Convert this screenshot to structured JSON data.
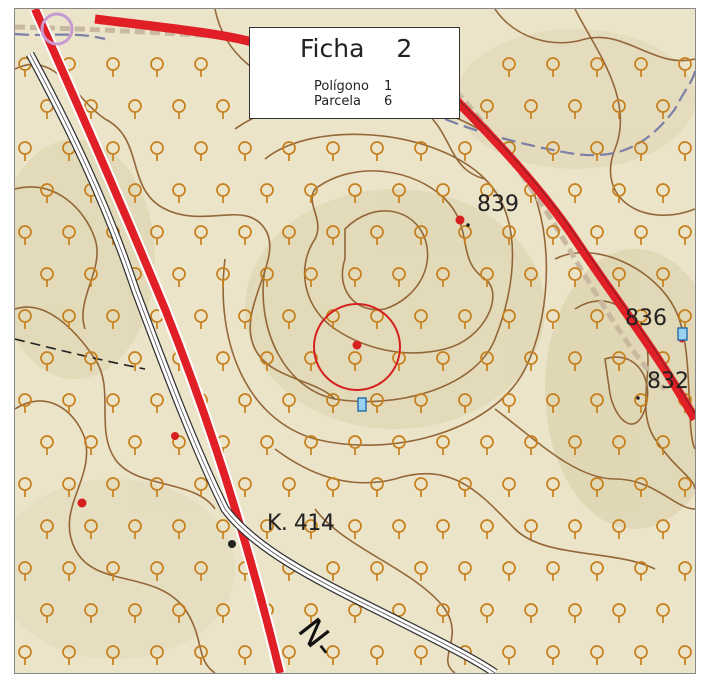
{
  "info_box": {
    "title_label": "Ficha",
    "title_value": "2",
    "rows": [
      {
        "label": "Polígono",
        "value": "1"
      },
      {
        "label": "Parcela",
        "value": "6"
      }
    ]
  },
  "elevations": [
    "839",
    "836",
    "832"
  ],
  "km_marker": "K. 414",
  "road_label": "N-",
  "colors": {
    "terrain": "#e9e2c4",
    "contour": "#8b5a2b",
    "tree": "#c7801e",
    "road": "#e11f26",
    "track": "#cbbfa8",
    "boundary": "#7b7fa8",
    "marker": "#d6201f"
  },
  "icons": [
    "tree-icon",
    "spot-height-icon",
    "water-point-icon",
    "target-circle-icon"
  ]
}
